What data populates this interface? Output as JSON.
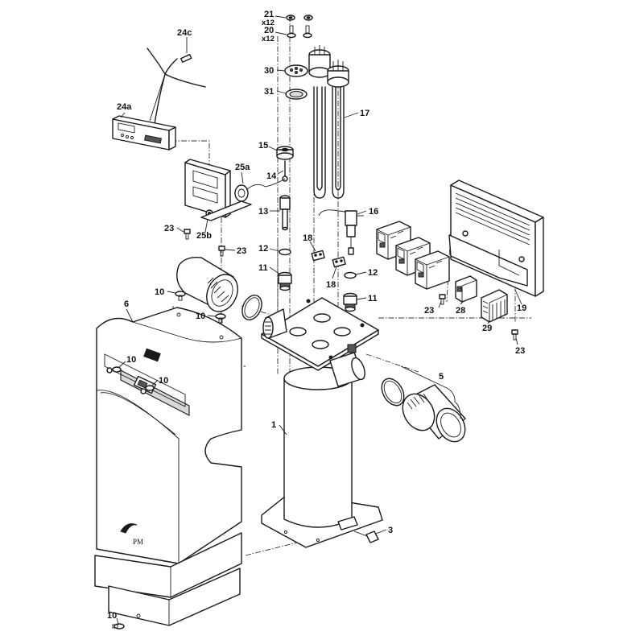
{
  "labels": {
    "l1": "1",
    "l3": "3",
    "l5": "5",
    "l6": "6",
    "l10a": "10",
    "l10b": "10",
    "l10c": "10",
    "l10d": "10",
    "l10e": "10",
    "l11a": "11",
    "l11b": "11",
    "l12a": "12",
    "l12b": "12",
    "l13": "13",
    "l14": "14",
    "l15": "15",
    "l16": "16",
    "l17": "17",
    "l18a": "18",
    "l18b": "18",
    "l19": "19",
    "l20": "20",
    "l20x": "x12",
    "l21": "21",
    "l21x": "x12",
    "l23a": "23",
    "l23b": "23",
    "l23c": "23",
    "l23d": "23",
    "l24a": "24a",
    "l24c": "24c",
    "l25a": "25a",
    "l25b": "25b",
    "l28": "28",
    "l29": "29",
    "l30": "30",
    "l31": "31"
  },
  "logo_text": "PM",
  "colors": {
    "line": "#1a1a1a",
    "stripe": "#d9d9d9",
    "background": "#ffffff"
  }
}
